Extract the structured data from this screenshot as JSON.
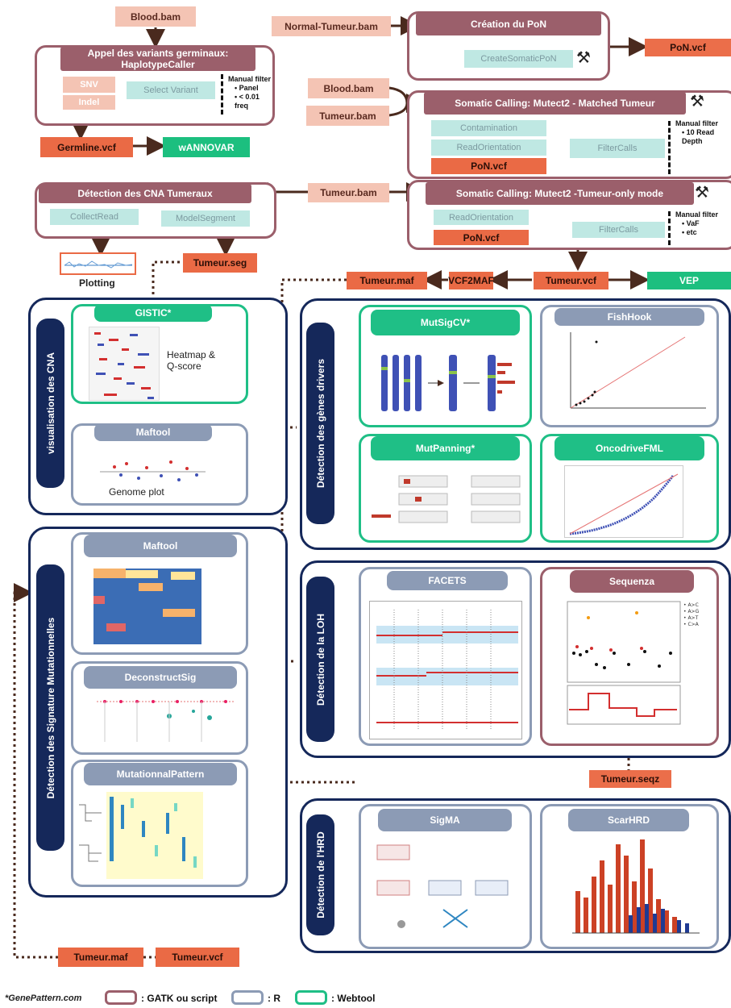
{
  "files": {
    "blood_bam_top": "Blood.bam",
    "normal_tumeur_bam": "Normal-Tumeur.bam",
    "pon_vcf_top": "PoN.vcf",
    "blood_bam_mid": "Blood.bam",
    "tumeur_bam_mid": "Tumeur.bam",
    "germline_vcf": "Germline.vcf",
    "wannovar": "wANNOVAR",
    "tumeur_bam_cna": "Tumeur.bam",
    "tumeur_seg": "Tumeur.seg",
    "plotting": "Plotting",
    "tumeur_maf_mid": "Tumeur.maf",
    "vcf2maf": "VCF2MAF",
    "tumeur_vcf_mid": "Tumeur.vcf",
    "vep": "VEP",
    "tumeur_seqz": "Tumeur.seqz",
    "tumeur_maf_bottom": "Tumeur.maf",
    "tumeur_vcf_bottom": "Tumeur.vcf"
  },
  "germline": {
    "title": "Appel des variants germinaux: HaplotypeCaller",
    "snv": "SNV",
    "indel": "Indel",
    "select_variant": "Select Variant",
    "filter_title": "Manual filter",
    "filter_items": [
      "Panel",
      "< 0.01 freq"
    ]
  },
  "pon": {
    "title": "Création du PoN",
    "tool": "CreateSomaticPoN"
  },
  "mutect_matched": {
    "title": "Somatic Calling: Mutect2 - Matched Tumeur",
    "contamination": "Contamination",
    "read_orientation": "ReadOrientation",
    "pon": "PoN.vcf",
    "filter_calls": "FilterCalls",
    "filter_title": "Manual filter",
    "filter_items": [
      "10 Read Depth"
    ]
  },
  "mutect_tonly": {
    "title": "Somatic Calling: Mutect2 -Tumeur-only mode",
    "read_orientation": "ReadOrientation",
    "pon": "PoN.vcf",
    "filter_calls": "FilterCalls",
    "filter_title": "Manual filter",
    "filter_items": [
      "VaF",
      "etc"
    ]
  },
  "cna": {
    "title": "Détection des CNA Tumeraux",
    "collect_read": "CollectRead",
    "model_segment": "ModelSegment"
  },
  "panels": {
    "cna_vis": "visualisation des CNA",
    "drivers": "Détection des gènes drivers",
    "signatures": "Détection des Signature Mutationnelles",
    "loh": "Détection de la LOH",
    "hrd": "Détection  de l'HRD"
  },
  "tools": {
    "gistic": "GISTIC*",
    "heatmap_caption": "Heatmap & Q-score",
    "maftool_cna": "Maftool",
    "genome_plot": "Genome plot",
    "mutsigcv": "MutSigCV*",
    "fishhook": "FishHook",
    "mutpanning": "MutPanning*",
    "oncodrivefml": "OncodriveFML",
    "maftool_sig": "Maftool",
    "deconstructsig": "DeconstructSig",
    "mutationnalpattern": "MutationnalPattern",
    "facets": "FACETS",
    "sequenza": "Sequenza",
    "sigma": "SigMA",
    "scarhrd": "ScarHRD"
  },
  "legend": {
    "genepattern": "*GenePattern.com",
    "gatk": ": GATK ou script",
    "r": ": R",
    "webtool": ": Webtool"
  },
  "colors": {
    "gatk": "#9b5f6b",
    "r": "#8c9bb5",
    "webtool": "#1fbf86",
    "panel": "#15285a",
    "file_light": "#f4c4b4",
    "file_dark": "#ea6a45"
  },
  "icons": [
    "hammer-pick-icon"
  ]
}
